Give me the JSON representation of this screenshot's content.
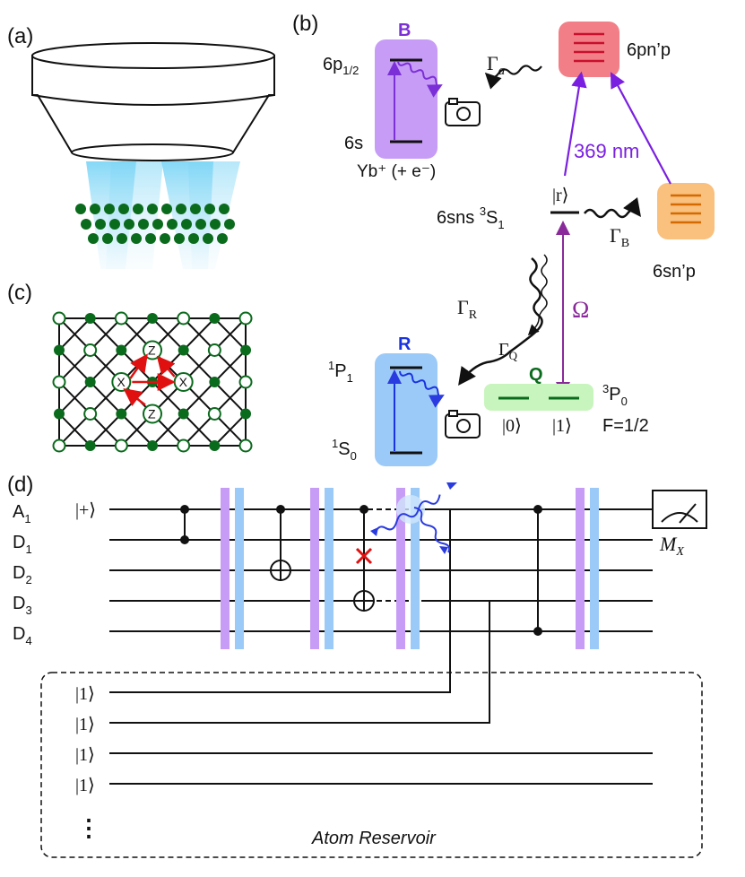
{
  "panels": {
    "a": "(a)",
    "b": "(b)",
    "c": "(c)",
    "d": "(d)"
  },
  "level_diagram": {
    "box_b": {
      "label": "B",
      "upper": "6p",
      "upper_sub": "1/2",
      "lower": "6s",
      "caption": "Yb⁺ (+ e⁻)"
    },
    "box_r": {
      "label": "R",
      "upper_sup": "1",
      "upper": "P",
      "upper_sub": "1",
      "lower_sup": "1",
      "lower": "S",
      "lower_sub": "0"
    },
    "box_q": {
      "label": "Q",
      "state0": "|0⟩",
      "state1": "|1⟩",
      "term_sup": "3",
      "term": "P",
      "term_sub": "0",
      "f": "F=1/2"
    },
    "box_pn": {
      "label": "6pn’p"
    },
    "box_sn": {
      "label": "6sn’p"
    },
    "rydberg": {
      "label": "6sns ",
      "term_sup": "3",
      "term": "S",
      "term_sub": "1",
      "ket": "|r⟩"
    },
    "gamma_a": "Γ",
    "gamma_a_sub": "a",
    "gamma_b": "Γ",
    "gamma_b_sub": "B",
    "gamma_r": "Γ",
    "gamma_r_sub": "R",
    "gamma_q": "Γ",
    "gamma_q_sub": "Q",
    "omega": "Ω",
    "wavelength": "369 nm"
  },
  "lattice": {
    "z_label": "Z",
    "x_label": "X"
  },
  "circuit": {
    "qubits": [
      {
        "name": "A",
        "sub": "1",
        "init": "|+⟩"
      },
      {
        "name": "D",
        "sub": "1"
      },
      {
        "name": "D",
        "sub": "2"
      },
      {
        "name": "D",
        "sub": "3"
      },
      {
        "name": "D",
        "sub": "4"
      }
    ],
    "measure_label": "M",
    "measure_sub": "X",
    "reservoir_kets": [
      "|1⟩",
      "|1⟩",
      "|1⟩",
      "|1⟩"
    ],
    "reservoir_ellipsis": "⋮",
    "reservoir_label": "Atom Reservoir"
  },
  "colors": {
    "purple": "#c79cf6",
    "purple_line": "#7b2fd6",
    "blue": "#9ccaf8",
    "blue_line": "#1a33e0",
    "green": "#c8f5bd",
    "green_dot": "#0b6b1d",
    "red": "#f27f87",
    "orange": "#f9c07e",
    "violet_arrow": "#7a1fe0"
  }
}
